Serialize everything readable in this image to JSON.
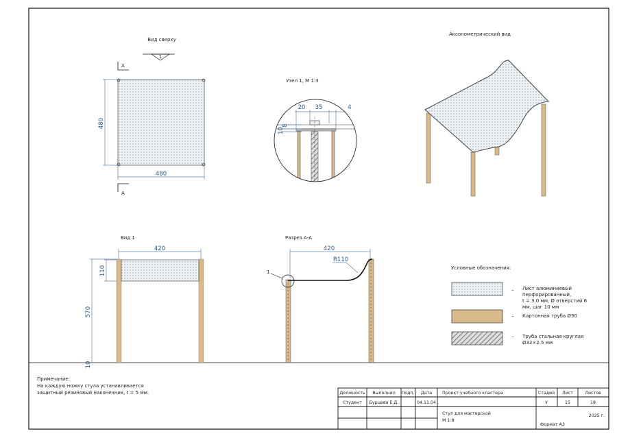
{
  "views": {
    "top": {
      "title": "Вид сверху",
      "node_marker": "1",
      "section_mark": "А",
      "width_dim": "480",
      "depth_dim": "480"
    },
    "node": {
      "title": "Узел 1, М 1:3",
      "dims": [
        "20",
        "35",
        "4",
        "10",
        "8"
      ]
    },
    "axonometric": {
      "title": "Аксонометрический вид"
    },
    "view1": {
      "title": "Вид 1",
      "width_dim": "420",
      "seat_dim": "110",
      "height_dim": "570",
      "foot_dim": "10"
    },
    "section": {
      "title": "Разрез А-А",
      "width_dim": "420",
      "radius_dim": "R110",
      "node_ref": "1"
    }
  },
  "legend": {
    "title": "Условные обозначения:",
    "items": [
      {
        "dash": "–",
        "lines": [
          "Лист алюминиевый",
          "перфорированный,",
          "t = 3.0 мм, Ø отверстий 6",
          "мм, шаг 10 мм"
        ]
      },
      {
        "dash": "–",
        "lines": [
          "Картонная труба Ø30"
        ]
      },
      {
        "dash": "–",
        "lines": [
          "Труба стальная круглая",
          "Ø32×2.5 мм"
        ]
      }
    ]
  },
  "note": {
    "title": "Примечание:",
    "lines": [
      "На каждую ножку стула устанавливается",
      "защитный резиновый наконечник, t = 5 мм."
    ]
  },
  "title_block": {
    "headers": [
      "Должность",
      "Выполнил",
      "Подп.",
      "Дата"
    ],
    "row": [
      "Студент",
      "Бурцева Е.Д.",
      "",
      "04.11.04"
    ],
    "project": "Проект учебного кластера",
    "stage_headers": [
      "Стадия",
      "Лист",
      "Листов"
    ],
    "stage_values": [
      "У",
      "15",
      "18"
    ],
    "drawing_title": "Стул для мастерской",
    "scale": "М 1:8",
    "year": "2025 г.",
    "format": "Формат А3"
  },
  "colors": {
    "wood": "#d8b98a",
    "mesh": "#dfe8ee",
    "dim": "#2c5a86"
  }
}
